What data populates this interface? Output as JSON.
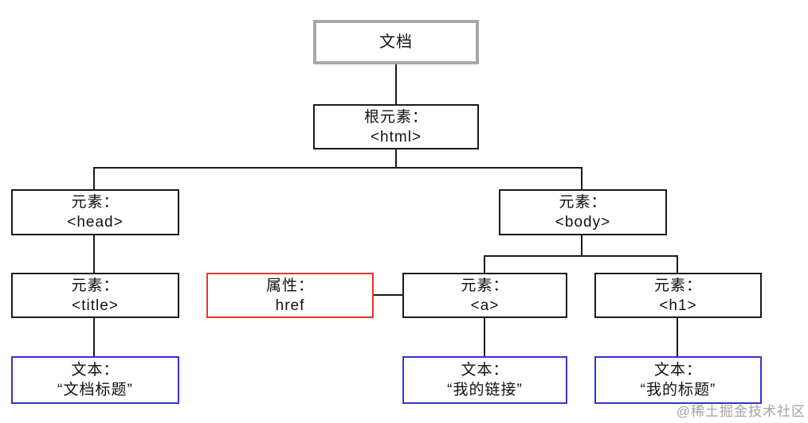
{
  "diagram": {
    "nodes": {
      "document": {
        "line1": "文档"
      },
      "html": {
        "line1": "根元素：",
        "line2": "<html>"
      },
      "head": {
        "line1": "元素：",
        "line2": "<head>"
      },
      "body": {
        "line1": "元素：",
        "line2": "<body>"
      },
      "title": {
        "line1": "元素：",
        "line2": "<title>"
      },
      "href": {
        "line1": "属性：",
        "line2": "href"
      },
      "a": {
        "line1": "元素：",
        "line2": "<a>"
      },
      "h1": {
        "line1": "元素：",
        "line2": "<h1>"
      },
      "text_title": {
        "line1": "文本：",
        "line2": "“文档标题”"
      },
      "text_link": {
        "line1": "文本：",
        "line2": "“我的链接”"
      },
      "text_heading": {
        "line1": "文本：",
        "line2": "“我的标题”"
      }
    },
    "colors": {
      "node_border": "#1a1a1a",
      "document_border": "#a8a8a8",
      "attribute_border": "#e8352c",
      "text_node_border": "#3333cc",
      "connector": "#1a1a1a",
      "watermark": "#a3a3a3"
    },
    "watermark": "@稀土掘金技术社区"
  }
}
